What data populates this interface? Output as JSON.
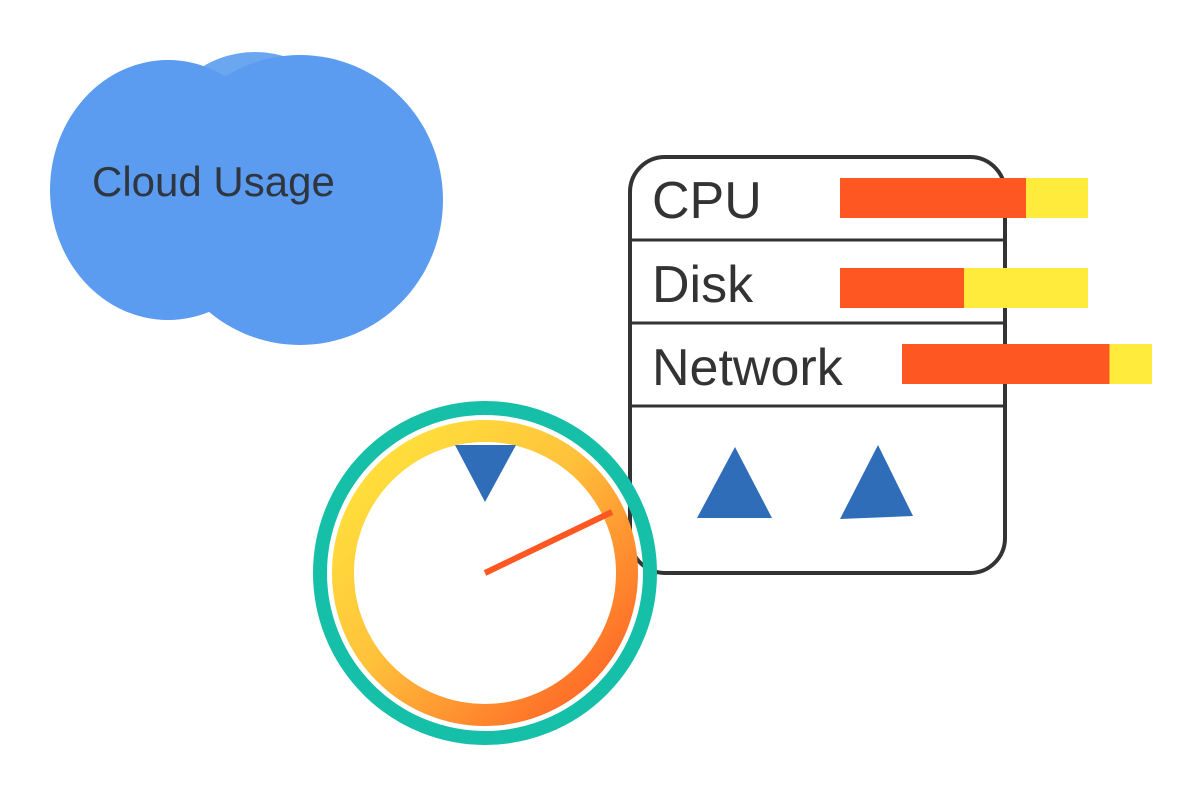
{
  "cloud": {
    "label": "Cloud Usage",
    "color": "#5b9cf0",
    "text_color": "#2f3640"
  },
  "panel": {
    "border_color": "#333333",
    "metrics": [
      {
        "label": "CPU",
        "fill": 0.75
      },
      {
        "label": "Disk",
        "fill": 0.5
      },
      {
        "label": "Network",
        "fill": 0.83
      }
    ],
    "bar_fill_color": "#ff5722",
    "bar_track_color": "#ffeb3b",
    "triangle_color": "#2f6db8",
    "triangles": [
      {
        "icon": "up-triangle-icon"
      },
      {
        "icon": "up-triangle-icon"
      }
    ]
  },
  "gauge": {
    "ring_color": "#16bfa8",
    "gradient_start": "#ffe93b",
    "gradient_end": "#ff5722",
    "needle_color": "#ff5722",
    "marker_color": "#2f6db8"
  }
}
